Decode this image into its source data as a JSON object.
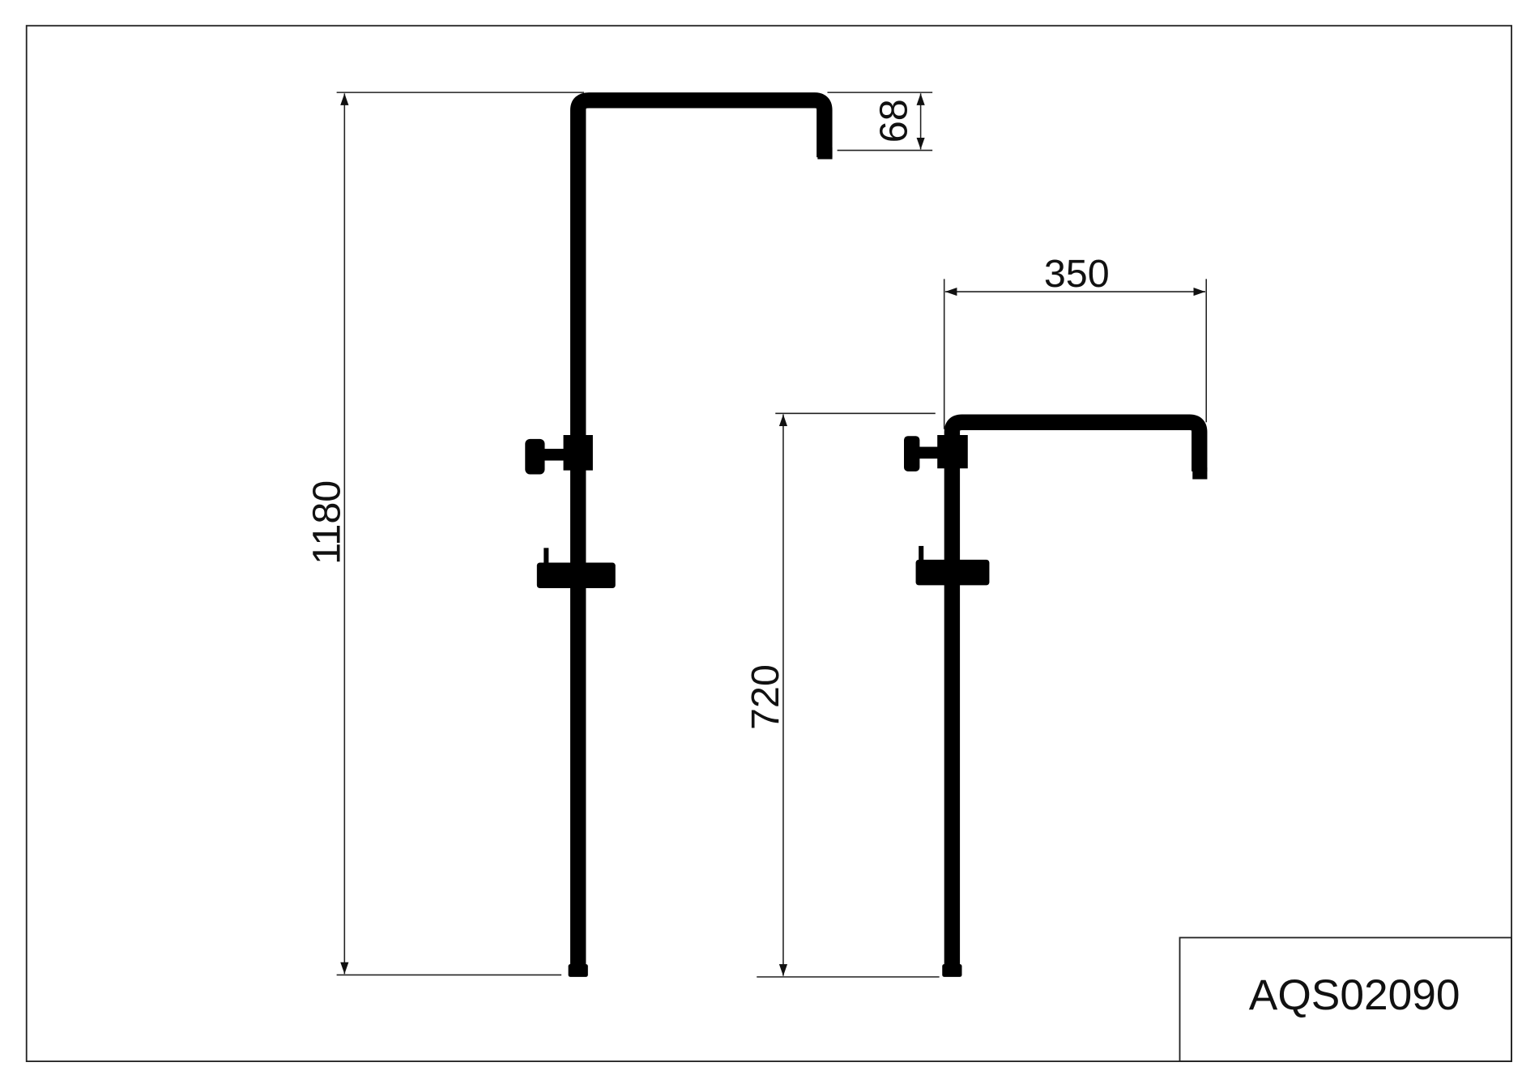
{
  "drawing": {
    "product_code": "AQS02090",
    "dimensions": {
      "max_height": "1180",
      "outlet_drop": "68",
      "arm_reach": "350",
      "min_height": "720"
    },
    "colors": {
      "line": "#000000",
      "background": "#ffffff"
    }
  }
}
